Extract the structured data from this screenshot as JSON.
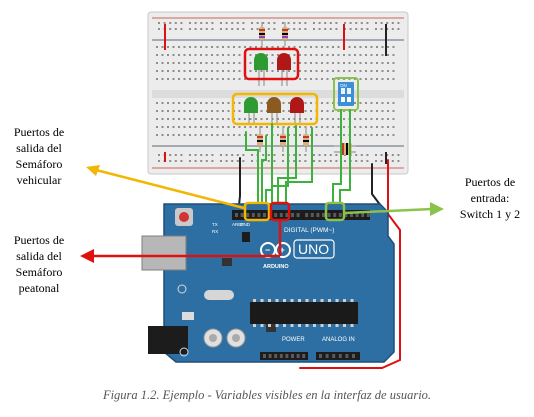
{
  "labels": {
    "vehicular": [
      "Puertos de",
      "salida del",
      "Semáforo",
      "vehicular"
    ],
    "peatonal": [
      "Puertos de",
      "salida del",
      "Semáforo",
      "peatonal"
    ],
    "entrada": [
      "Puertos de",
      "entrada:",
      "Switch 1 y 2"
    ]
  },
  "board": {
    "digital_header": "DIGITAL (PWM~)",
    "model": "UNO",
    "brand": "ARDUINO",
    "power_header": "POWER",
    "analog_header": "ANALOG IN",
    "aref": "AREF",
    "gnd": "GND",
    "tx": "TX",
    "rx": "RX"
  },
  "dip_switch": {
    "on_label": "ON"
  },
  "caption": "Figura 1.2. Ejemplo - Variables visibles en la interfaz de usuario.",
  "colors": {
    "vehicular_highlight": "#f2b705",
    "peatonal_highlight": "#e01010",
    "entrada_highlight": "#8bc34a",
    "board_blue": "#2d6fa3",
    "wire_green": "#3cb23c",
    "wire_red": "#e02020",
    "led_green": "#2e9b32",
    "led_yellow": "#8a5a1e",
    "led_red": "#b01818"
  }
}
